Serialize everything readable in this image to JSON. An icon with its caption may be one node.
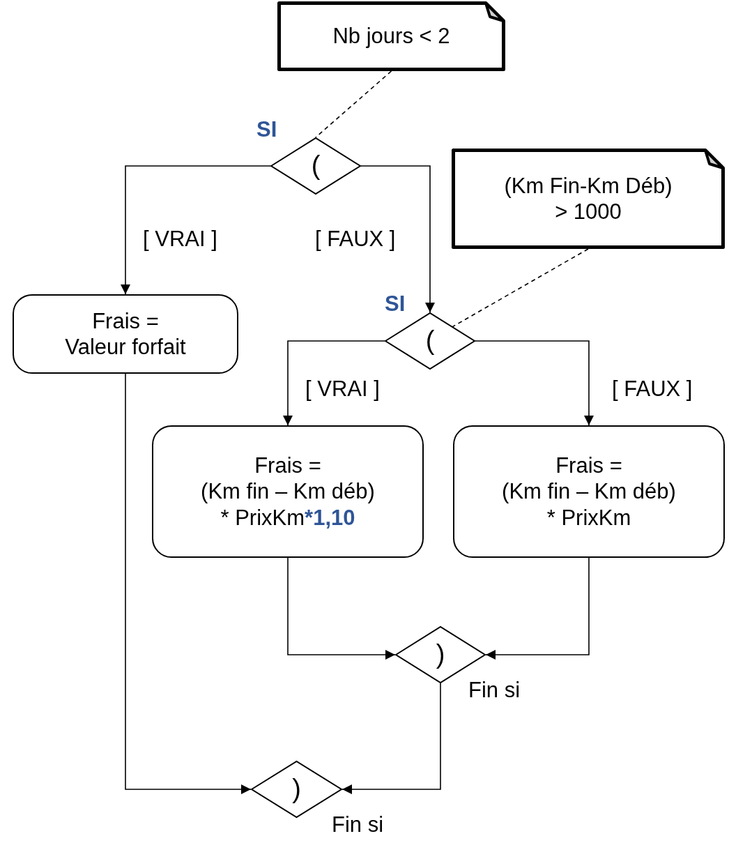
{
  "diagram": {
    "nodes": [
      {
        "text": [
          "Nb jours < 2"
        ]
      },
      {
        "text": [
          "("
        ],
        "beside": [
          "SI"
        ]
      },
      {
        "text": [
          "(Km Fin-Km Déb) > 1000"
        ]
      },
      {
        "text": [
          "("
        ],
        "beside": [
          "SI"
        ]
      },
      {
        "text": [
          "Frais = Valeur forfait"
        ]
      },
      {
        "text": [
          "Frais = (Km fin – Km déb) * PrixKm***1,10**"
        ]
      },
      {
        "text": [
          "Frais = (Km fin – Km déb) * PrixKm"
        ]
      },
      {
        "text": [
          ")"
        ],
        "beside": [
          "Fin si"
        ]
      },
      {
        "text": [
          ")"
        ],
        "beside": [
          "Fin si"
        ]
      }
    ],
    "edges": [
      {
        "from": 0,
        "to": 1,
        "arrow": "none",
        "style": "dashed"
      },
      {
        "from": 2,
        "to": 3,
        "arrow": "none",
        "style": "dashed"
      },
      {
        "from": 1,
        "to": 4,
        "arrow": "to",
        "label": "[ VRAI ]"
      },
      {
        "from": 1,
        "to": 3,
        "arrow": "to",
        "label": "[ FAUX ]"
      },
      {
        "from": 3,
        "to": 5,
        "arrow": "to",
        "label": "[ VRAI ]"
      },
      {
        "from": 3,
        "to": 6,
        "arrow": "to",
        "label": "[ FAUX ]"
      },
      {
        "from": 5,
        "to": 7,
        "arrow": "to"
      },
      {
        "from": 6,
        "to": 7,
        "arrow": "to"
      },
      {
        "from": 7,
        "to": 8,
        "arrow": "to"
      },
      {
        "from": 4,
        "to": 8,
        "arrow": "to"
      }
    ]
  }
}
